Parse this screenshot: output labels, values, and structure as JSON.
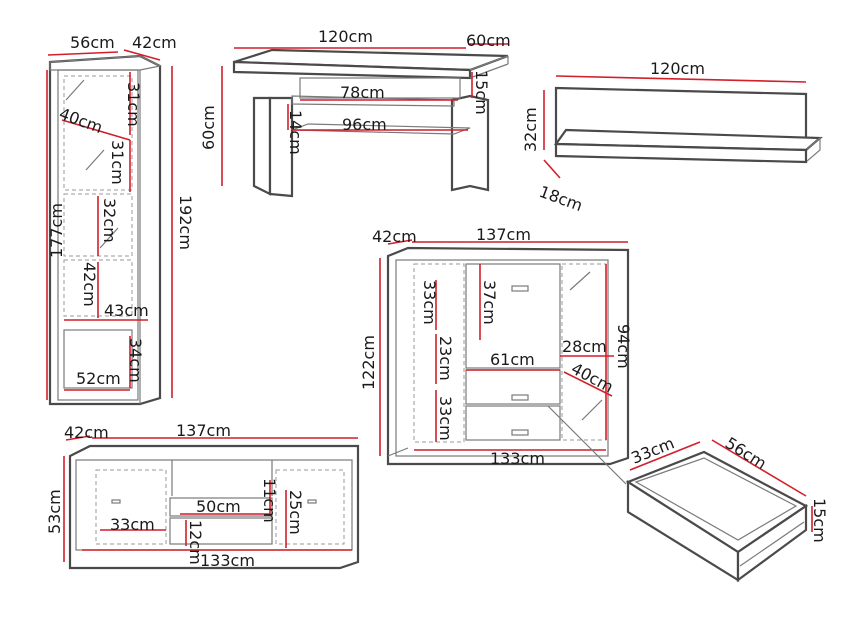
{
  "labels": {
    "vitrine_width": "56cm",
    "vitrine_depth": "42cm",
    "vitrine_shelf1": "31cm",
    "vitrine_depth_inner": "40cm",
    "vitrine_shelf2": "31cm",
    "vitrine_inner_height": "177cm",
    "vitrine_shelf3": "32cm",
    "vitrine_height": "192cm",
    "vitrine_shelf4": "42cm",
    "vitrine_inner_width": "43cm",
    "vitrine_drawer_height": "34cm",
    "vitrine_drawer_width": "52cm",
    "table_width": "120cm",
    "table_depth": "60cm",
    "table_height": "60cm",
    "table_inner_top": "78cm",
    "table_gap": "15cm",
    "table_shelf_width": "96cm",
    "table_shelf_height": "14cm",
    "shelf_width": "120cm",
    "shelf_height": "32cm",
    "shelf_depth": "18cm",
    "tv_depth": "42cm",
    "tv_width": "137cm",
    "tv_height": "53cm",
    "tv_inner_width": "50cm",
    "tv_compartment_height": "11cm",
    "tv_side_height": "25cm",
    "tv_side_width": "33cm",
    "tv_bottom_height": "12cm",
    "tv_inner_total": "133cm",
    "sb_depth": "42cm",
    "sb_width": "137cm",
    "sb_height": "122cm",
    "sb_left_shelf1": "33cm",
    "sb_center_height": "37cm",
    "sb_right_height": "94cm",
    "sb_right_shelf": "28cm",
    "sb_left_shelf2": "23cm",
    "sb_center_width": "61cm",
    "sb_right_depth": "40cm",
    "sb_left_shelf3": "33cm",
    "sb_inner_width": "133cm",
    "drawer_depth": "33cm",
    "drawer_width": "56cm",
    "drawer_height": "15cm"
  }
}
